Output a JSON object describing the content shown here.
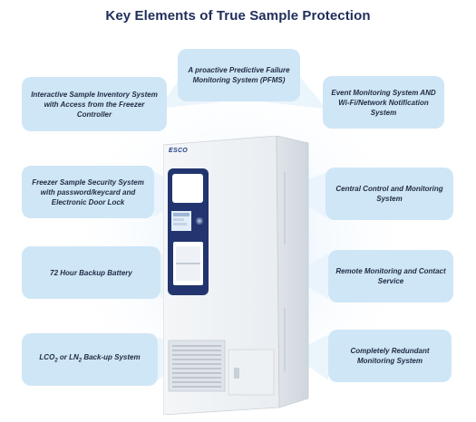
{
  "title": "Key Elements of True Sample Protection",
  "brand": "ESCO",
  "features": {
    "pfms": "A proactive Predictive Failure Monitoring System (PFMS)",
    "inventory": "Interactive Sample Inventory System with Access from the Freezer Controller",
    "event": "Event Monitoring System AND Wi-Fi/Network Notification System",
    "security": "Freezer Sample Security System with password/keycard and Electronic Door Lock",
    "central": "Central Control and Monitoring System",
    "battery": "72 Hour Backup Battery",
    "remote": "Remote Monitoring and Contact Service",
    "backup_prefix": "LCO",
    "backup_sub1": "2",
    "backup_mid": " or LN",
    "backup_sub2": "2",
    "backup_suffix": " Back-up System",
    "redundant": "Completely Redundant Monitoring System"
  },
  "colors": {
    "card_bg": "#cfe6f6",
    "title": "#1f2d5a",
    "panel": "#22356e"
  }
}
